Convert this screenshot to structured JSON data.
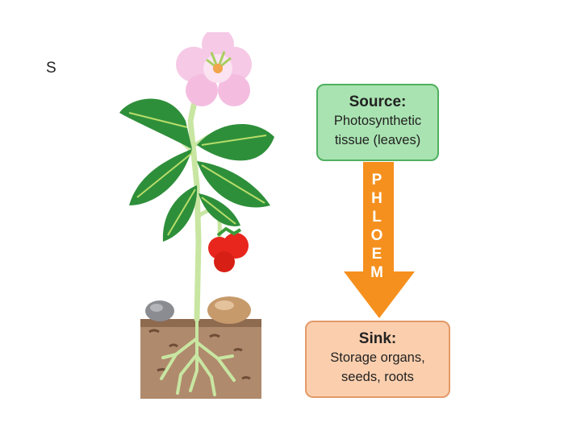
{
  "slide": {
    "corner_text": "S"
  },
  "diagram": {
    "source": {
      "heading": "Source:",
      "line1": "Photosynthetic",
      "line2": "tissue (leaves)"
    },
    "transport": {
      "letters": [
        "P",
        "H",
        "L",
        "O",
        "E",
        "M"
      ]
    },
    "sink": {
      "heading": "Sink:",
      "line1": "Storage organs,",
      "line2": "seeds, roots"
    }
  },
  "colors": {
    "source_fill": "#a9e3b1",
    "source_border": "#4fb060",
    "arrow": "#f5901e",
    "sink_fill": "#fbcfae",
    "sink_border": "#e39a68"
  }
}
